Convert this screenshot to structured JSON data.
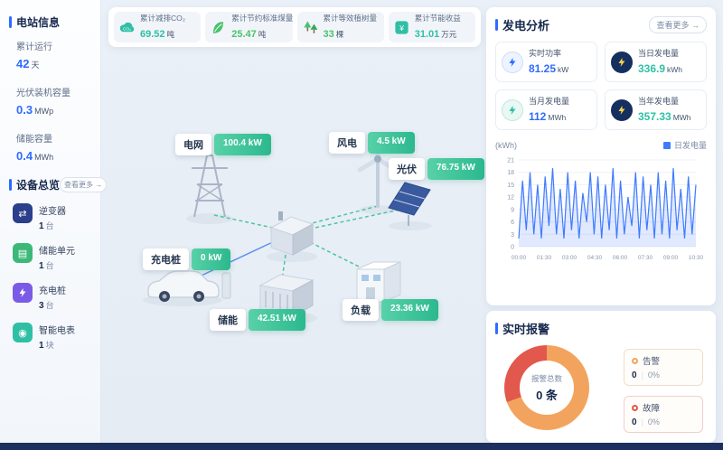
{
  "colors": {
    "accent": "#2f6bff",
    "teal": "#2fbfa5",
    "green": "#49c26d",
    "badge_green": "#3ec79a",
    "alarm_orange": "#f2a45e",
    "alarm_red": "#e2584c",
    "chart_blue": "#3f7bff"
  },
  "station_info": {
    "title": "电站信息",
    "items": [
      {
        "label": "累计运行",
        "value": "42",
        "unit": "天"
      },
      {
        "label": "光伏装机容量",
        "value": "0.3",
        "unit": "MWp"
      },
      {
        "label": "储能容量",
        "value": "0.4",
        "unit": "MWh"
      }
    ]
  },
  "device_overview": {
    "title": "设备总览",
    "more_label": "查看更多 →",
    "items": [
      {
        "label": "逆变器",
        "value": "1",
        "unit": "台",
        "icon": "inverter-icon"
      },
      {
        "label": "储能单元",
        "value": "1",
        "unit": "台",
        "icon": "battery-icon"
      },
      {
        "label": "充电桩",
        "value": "3",
        "unit": "台",
        "icon": "charger-icon"
      },
      {
        "label": "智能电表",
        "value": "1",
        "unit": "块",
        "icon": "meter-icon"
      }
    ]
  },
  "top_stats": {
    "items": [
      {
        "label": "累计减排CO₂",
        "value": "69.52",
        "unit": "吨",
        "icon": "co2-cloud-icon"
      },
      {
        "label": "累计节约标准煤量",
        "value": "25.47",
        "unit": "吨",
        "icon": "leaf-icon"
      },
      {
        "label": "累计等效植树量",
        "value": "33",
        "unit": "棵",
        "icon": "trees-icon"
      },
      {
        "label": "累计节能收益",
        "value": "31.01",
        "unit": "万元",
        "icon": "income-icon"
      }
    ]
  },
  "diagram": {
    "nodes": [
      {
        "id": "grid",
        "label": "电网",
        "value": "100.4 kW"
      },
      {
        "id": "wind",
        "label": "风电",
        "value": "4.5 kW"
      },
      {
        "id": "pv",
        "label": "光伏",
        "value": "76.75 kW"
      },
      {
        "id": "charger",
        "label": "充电桩",
        "value": "0 kW"
      },
      {
        "id": "storage",
        "label": "储能",
        "value": "42.51 kW"
      },
      {
        "id": "load",
        "label": "负载",
        "value": "23.36 kW"
      }
    ]
  },
  "generation": {
    "title": "发电分析",
    "more_label": "查看更多 →",
    "stats": [
      {
        "label": "实时功率",
        "value": "81.25",
        "unit": "kW"
      },
      {
        "label": "当日发电量",
        "value": "336.9",
        "unit": "kWh"
      },
      {
        "label": "当月发电量",
        "value": "112",
        "unit": "MWh"
      },
      {
        "label": "当年发电量",
        "value": "357.33",
        "unit": "MWh"
      }
    ],
    "chart_unit": "(kWh)",
    "legend_label": "日发电量"
  },
  "alarms": {
    "title": "实时报警",
    "center_label": "报警总数",
    "center_value": "0 条",
    "legend": [
      {
        "label": "告警",
        "count": "0",
        "percent": "0%"
      },
      {
        "label": "故障",
        "count": "0",
        "percent": "0%"
      }
    ]
  },
  "chart_data": [
    {
      "type": "line",
      "title": "日发电量",
      "ylabel": "kWh",
      "ylim": [
        0,
        21
      ],
      "yticks": [
        0,
        3,
        6,
        9,
        12,
        15,
        18,
        21
      ],
      "x_labels": [
        "00:00",
        "01:30",
        "03:00",
        "04:30",
        "06:00",
        "07:30",
        "09:00",
        "10:30"
      ],
      "values": [
        2,
        16,
        4,
        18,
        3,
        15,
        2,
        17,
        5,
        19,
        3,
        14,
        2,
        18,
        4,
        16,
        2,
        13,
        6,
        18,
        3,
        17,
        2,
        15,
        4,
        19,
        2,
        16,
        3,
        12,
        5,
        18,
        2,
        17,
        4,
        15,
        2,
        18,
        3,
        16,
        2,
        19,
        4,
        14,
        2,
        17,
        3,
        15
      ],
      "legend_position": "top-right",
      "grid": true
    },
    {
      "type": "pie",
      "title": "报警总数",
      "labels": [
        "告警",
        "故障"
      ],
      "values": [
        0,
        0
      ],
      "colors": [
        "#f2a45e",
        "#e2584c"
      ]
    }
  ]
}
